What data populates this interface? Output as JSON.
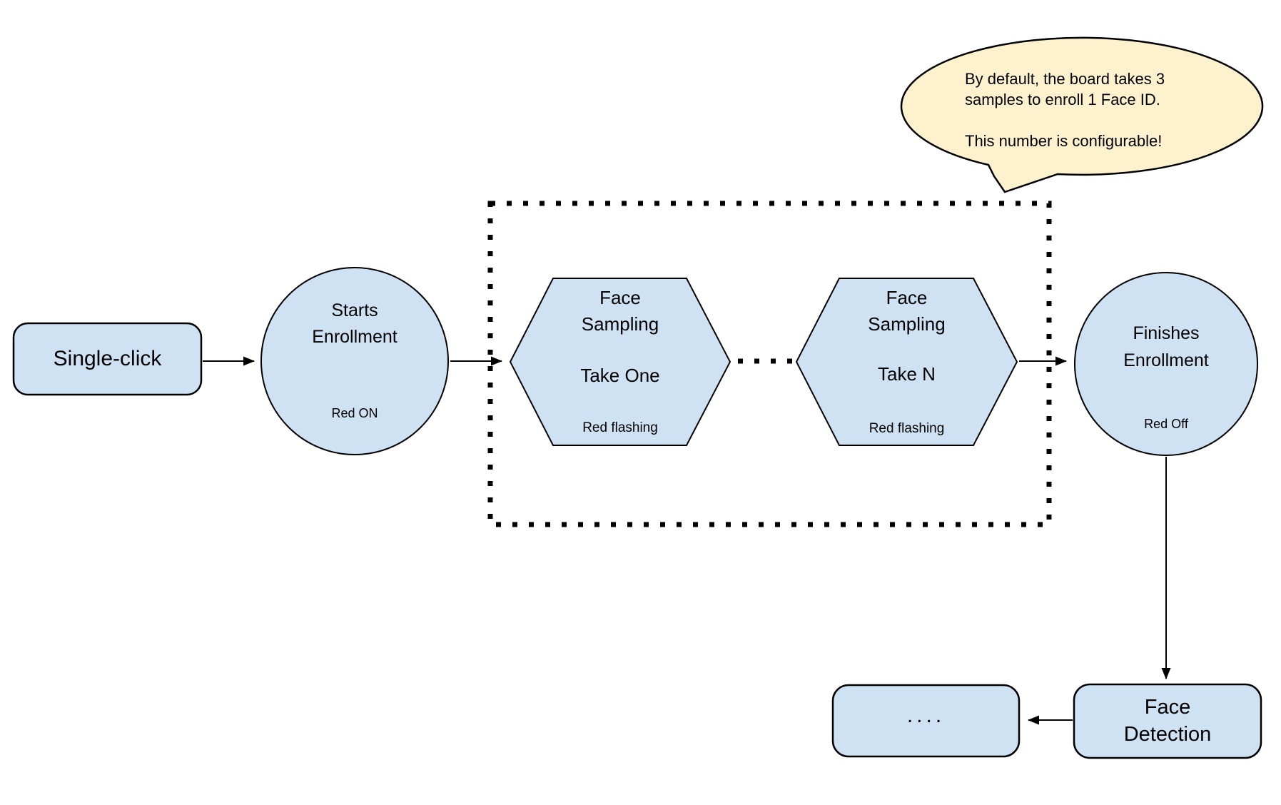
{
  "colors": {
    "node_fill": "#cfe2f3",
    "bubble_fill": "#fdf2cd",
    "stroke": "#000000"
  },
  "callout": {
    "text": "By default, the board takes 3\nsamples to enroll 1 Face ID.\n\nThis number is configurable!"
  },
  "nodes": {
    "single_click": {
      "label": "Single-click"
    },
    "starts_enrollment": {
      "label": "Starts\nEnrollment",
      "status": "Red ON"
    },
    "face_sampling_one": {
      "label": "Face\nSampling",
      "take": "Take One",
      "status": "Red flashing"
    },
    "face_sampling_n": {
      "label": "Face\nSampling",
      "take": "Take N",
      "status": "Red flashing"
    },
    "finishes_enrollment": {
      "label": "Finishes\nEnrollment",
      "status": "Red Off"
    },
    "face_detection": {
      "label": "Face\nDetection"
    },
    "continuation": {
      "label": "...."
    }
  }
}
